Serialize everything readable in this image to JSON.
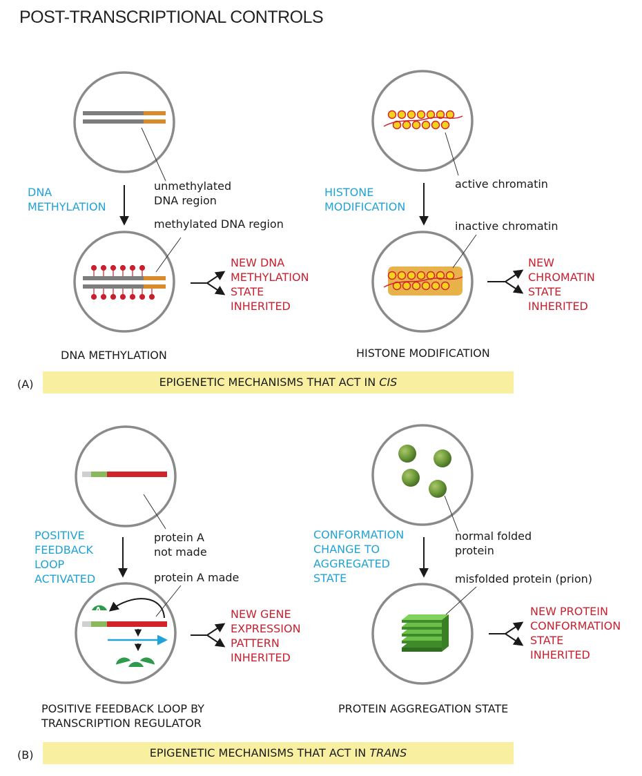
{
  "title": "POST-TRANSCRIPTIONAL CONTROLS",
  "panel_a": {
    "letter": "(A)",
    "band": "EPIGENETIC MECHANISMS THAT ACT IN ",
    "band_italic": "CIS",
    "dna": {
      "process": "DNA\nMETHYLATION",
      "label_top": "unmethylated\nDNA region",
      "label_bottom": "methylated DNA region",
      "result": "NEW DNA\nMETHYLATION\nSTATE\nINHERITED",
      "caption": "DNA METHYLATION"
    },
    "histone": {
      "process": "HISTONE\nMODIFICATION",
      "label_top": "active chromatin",
      "label_bottom": "inactive chromatin",
      "result": "NEW\nCHROMATIN\nSTATE\nINHERITED",
      "caption": "HISTONE MODIFICATION"
    }
  },
  "panel_b": {
    "letter": "(B)",
    "band": "EPIGENETIC MECHANISMS THAT ACT IN ",
    "band_italic": "TRANS",
    "feedback": {
      "process": "POSITIVE\nFEEDBACK\nLOOP\nACTIVATED",
      "label_top": "protein A\nnot made",
      "label_bottom": "protein A made",
      "result": "NEW GENE\nEXPRESSION\nPATTERN\nINHERITED",
      "caption": "POSITIVE FEEDBACK LOOP BY\nTRANSCRIPTION REGULATOR",
      "protein_letter": "A"
    },
    "prion": {
      "process": "CONFORMATION\nCHANGE TO\nAGGREGATED\nSTATE",
      "label_top": "normal folded\nprotein",
      "label_bottom": "misfolded protein (prion)",
      "result": "NEW PROTEIN\nCONFORMATION\nSTATE\nINHERITED",
      "caption": "PROTEIN AGGREGATION STATE"
    }
  },
  "colors": {
    "process_blue": "#1fa3d6",
    "result_red": "#c8202f",
    "band_yellow": "#f8f0a0",
    "circle_gray": "#8a8a8a",
    "dna_gray": "#7d7d7d",
    "methyl_orange": "#d98a2b",
    "nucleosome_yellow": "#f5d21c",
    "histone_orange": "#e8b24a",
    "gene_red": "#d2232a",
    "gene_green": "#8ab85a",
    "protein_green": "#2e9a4b",
    "prion_green": "#5aae3c"
  }
}
